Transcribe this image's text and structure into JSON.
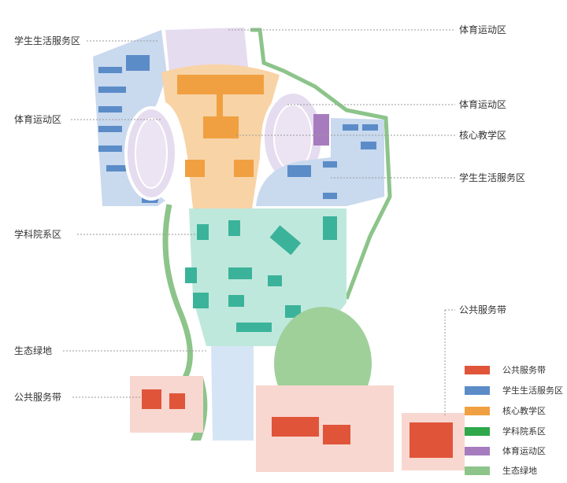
{
  "callouts": {
    "left": [
      "学生生活服务区",
      "体育运动区",
      "学科院系区",
      "生态绿地",
      "公共服务带"
    ],
    "right": [
      "体育运动区",
      "体育运动区",
      "核心教学区",
      "学生生活服务区",
      "公共服务带"
    ]
  },
  "legend": [
    {
      "label": "公共服务带",
      "color": "#e0553a"
    },
    {
      "label": "学生生活服务区",
      "color": "#5b8cc8"
    },
    {
      "label": "核心教学区",
      "color": "#f0a040"
    },
    {
      "label": "学科院系区",
      "color": "#2ea84a"
    },
    {
      "label": "体育运动区",
      "color": "#a77cbf"
    },
    {
      "label": "生态绿地",
      "color": "#8cc48a"
    }
  ]
}
